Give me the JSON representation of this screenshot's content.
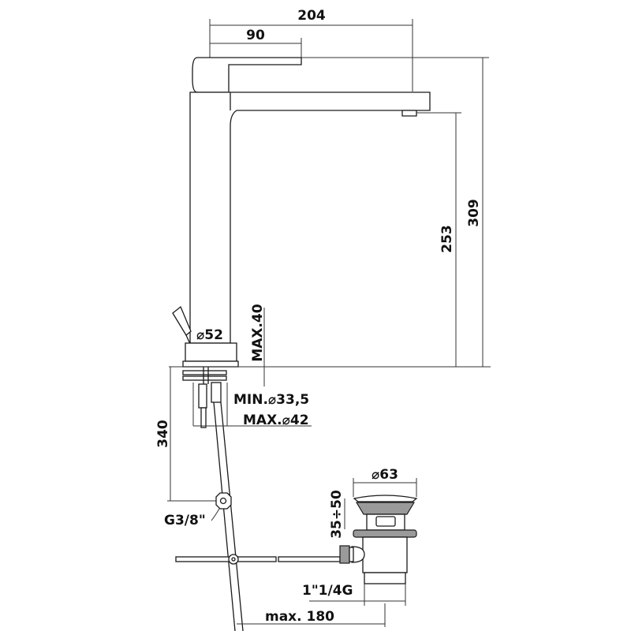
{
  "dimensions": {
    "spout_reach": "204",
    "handle_length": "90",
    "total_height": "309",
    "spout_height": "253",
    "base_diameter": "⌀52",
    "max_deck_thickness": "MAX.40",
    "min_hole": "MIN.⌀33,5",
    "max_hole": "MAX.⌀42",
    "hose_length": "340",
    "hose_thread": "G3/8\"",
    "waste_diameter": "⌀63",
    "waste_height_range": "35÷50",
    "waste_thread": "1\"1/4G",
    "rod_max": "max. 180"
  }
}
